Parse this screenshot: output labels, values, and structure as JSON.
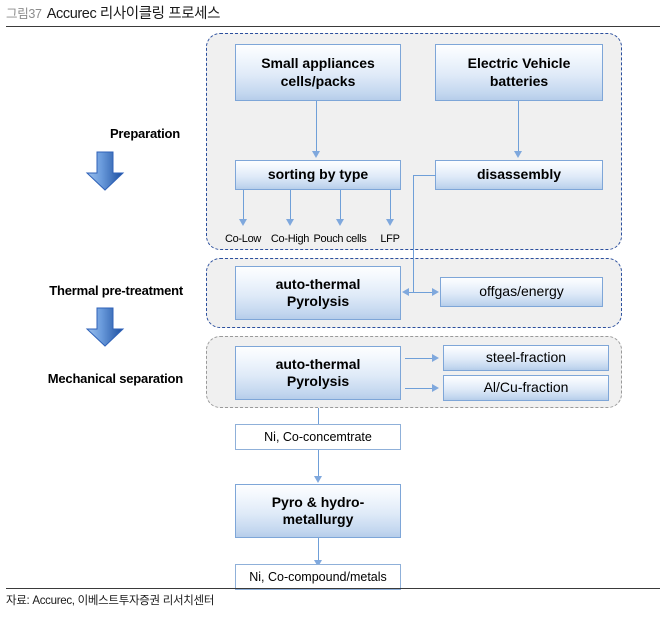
{
  "header": {
    "figure_number": "그림37",
    "title": "Accurec 리사이클링 프로세스"
  },
  "source": "자료: Accurec, 이베스트투자증권 리서치센터",
  "stage_labels": [
    {
      "id": "preparation",
      "label": "Preparation"
    },
    {
      "id": "thermal-pre-treatment",
      "label": "Thermal pre-treatment"
    },
    {
      "id": "mechanical-separation",
      "label": "Mechanical separation"
    }
  ],
  "boxes": {
    "small_appliances": "Small appliances\ncells/packs",
    "small_appliances_l1": "Small appliances",
    "small_appliances_l2": "cells/packs",
    "ev_batteries_l1": "Electric Vehicle",
    "ev_batteries_l2": "batteries",
    "sorting": "sorting by type",
    "disassembly": "disassembly",
    "pyrolysis_thermal_l1": "auto-thermal",
    "pyrolysis_thermal_l2": "Pyrolysis",
    "offgas": "offgas/energy",
    "pyrolysis_mech_l1": "auto-thermal",
    "pyrolysis_mech_l2": "Pyrolysis",
    "steel_fraction": "steel-fraction",
    "alcu_fraction": "Al/Cu-fraction",
    "ni_co_concentrate": "Ni, Co-concemtrate",
    "pyro_hydro_l1": "Pyro & hydro-",
    "pyro_hydro_l2": "metallurgy",
    "ni_co_compound": "Ni, Co-compound/metals"
  },
  "tick_labels": [
    "Co-Low",
    "Co-High",
    "Pouch cells",
    "LFP"
  ],
  "colors": {
    "box_border": "#7ea6d8",
    "box_fill_top": "#fdfeff",
    "box_fill_bottom": "#b6cdea",
    "stage_border": "#2b4f9e",
    "stage_fill": "#f0f0f0",
    "connector": "#6f9fd8",
    "block_arrow": "#2f62b8",
    "rule": "#3a3a3a",
    "figure_number": "#8c8c8c"
  }
}
